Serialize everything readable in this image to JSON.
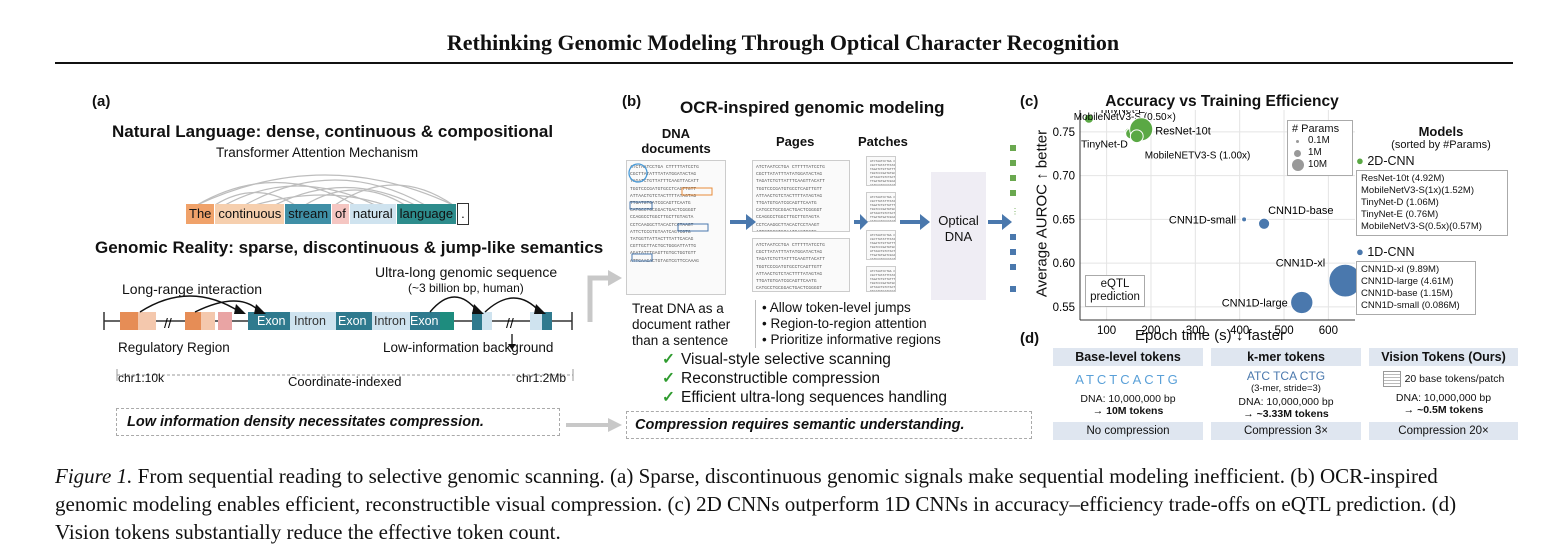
{
  "paper_title": "Rethinking Genomic Modeling Through Optical Character Recognition",
  "panel_a": {
    "label": "(a)",
    "heading1": "Natural Language: dense, continuous & compositional",
    "attn_label": "Transformer Attention Mechanism",
    "tokens": [
      "The",
      "continuous",
      "stream",
      "of",
      "natural",
      "language",
      "."
    ],
    "heading2": "Genomic Reality: sparse, discontinuous & jump-like semantics",
    "ultra_long": "Ultra-long genomic sequence",
    "ultra_long_sub": "(~3 billion bp,  human)",
    "long_range": "Long-range interaction",
    "segments": [
      "Exon",
      "Intron",
      "Exon",
      "Intron",
      "Exon"
    ],
    "regulatory": "Regulatory Region",
    "low_info": "Low-information background",
    "chr_start": "chr1:10k",
    "coord": "Coordinate-indexed",
    "chr_end": "chr1:2Mb",
    "bottom_note": "Low information density necessitates compression."
  },
  "panel_b": {
    "label": "(b)",
    "title": "OCR-inspired genomic modeling",
    "col_dna": "DNA documents",
    "col_pages": "Pages",
    "col_patches": "Patches",
    "optical": "Optical DNA",
    "treat": "Treat DNA as a document rather than a sentence",
    "bullets": [
      "Allow token-level jumps",
      "Region-to-region attention",
      "Prioritize informative regions"
    ],
    "checks": [
      "Visual-style selective scanning",
      "Reconstructible compression",
      "Efficient ultra-long sequences handling"
    ],
    "bottom_note": "Compression requires semantic understanding.",
    "seq_text": "ATCTAATCCTGA CTTTTTATCCTG\nCGCTTATATTTATATGGATACTAG\nTAGATCTGTTATTTCAAGTTACATT\nTGGTCCCGATGTGCCTCAGTTGTT\nATTAACTGTCTACTTTTATAGTAG\nTTGATGTGATCGCAGTTCAATG\nCATGCCTGCGGACTGACTCGGGGT\nCCAGGCCTGGCTTGCTTGTAGTA\nCCTCAAGGCTTACACTCCTAAGT\nATTCTCCGTGTAATCAGTCGTG\nTATGGTTATTACTTTATTCACAG\nCGTTGCTTACTGCTGGGATTATTG\nAGATATTTGAGTTGTGCTGGTGTT\nATTCAACACTGTAGTCGTTCCAAAG"
  },
  "panel_c": {
    "label": "(c)",
    "models_title": "Models",
    "models_sub": "(sorted by #Params)",
    "group_2d": "2D-CNN",
    "list_2d": [
      "ResNet-10t (4.92M)",
      "MobileNetV3-S(1x)(1.52M)",
      "TinyNet-D (1.06M)",
      "TinyNet-E (0.76M)",
      "MobileNetV3-S(0.5x)(0.57M)"
    ],
    "group_1d": "1D-CNN",
    "list_1d": [
      "CNN1D-xl (9.89M)",
      "CNN1D-large (4.61M)",
      "CNN1D-base (1.15M)",
      "CNN1D-small (0.086M)"
    ],
    "params_title": "# Params",
    "params": [
      "0.1M",
      "1M",
      "10M"
    ],
    "task_box": "eQTL prediction",
    "colors": {
      "2d": "#5aa844",
      "1d": "#4a78ad"
    }
  },
  "chart_data": {
    "type": "scatter",
    "title": "Accuracy vs Training Efficiency",
    "xlabel": "Epoch time (s) ↓ faster",
    "ylabel": "Average AUROC ↑ better",
    "xlim": [
      40,
      660
    ],
    "ylim": [
      0.535,
      0.775
    ],
    "xticks": [
      "100",
      "200",
      "300",
      "400",
      "500",
      "600"
    ],
    "yticks": [
      "0.55",
      "0.60",
      "0.65",
      "0.70",
      "0.75"
    ],
    "grid": true,
    "points": [
      {
        "name": "TinyNet-E",
        "series": "2D-CNN",
        "x": 60,
        "y": 0.765,
        "params_m": 0.76
      },
      {
        "name": "MobileNetV3-S (0.50×)",
        "series": "2D-CNN",
        "x": 150,
        "y": 0.75,
        "params_m": 0.57
      },
      {
        "name": "TinyNet-D",
        "series": "2D-CNN",
        "x": 155,
        "y": 0.748,
        "params_m": 1.06
      },
      {
        "name": "ResNet-10t",
        "series": "2D-CNN",
        "x": 178,
        "y": 0.753,
        "params_m": 4.92
      },
      {
        "name": "MobileNETV3-S (1.00x)",
        "series": "2D-CNN",
        "x": 168,
        "y": 0.745,
        "params_m": 1.52
      },
      {
        "name": "CNN1D-small",
        "series": "1D-CNN",
        "x": 410,
        "y": 0.65,
        "params_m": 0.086
      },
      {
        "name": "CNN1D-base",
        "series": "1D-CNN",
        "x": 455,
        "y": 0.645,
        "params_m": 1.15
      },
      {
        "name": "CNN1D-xl",
        "series": "1D-CNN",
        "x": 638,
        "y": 0.58,
        "params_m": 9.89
      },
      {
        "name": "CNN1D-large",
        "series": "1D-CNN",
        "x": 540,
        "y": 0.555,
        "params_m": 4.61
      }
    ]
  },
  "panel_d": {
    "label": "(d)",
    "cols": [
      {
        "head": "Base-level tokens",
        "sample": "ATCTCACTG",
        "line1": "DNA: 10,000,000 bp",
        "line2": "→ 10M tokens",
        "foot": "No compression"
      },
      {
        "head": "k-mer tokens",
        "sample": "ATC TCA CTG",
        "sample_sub": "(3-mer, stride=3)",
        "line1": "DNA: 10,000,000 bp",
        "line2": "→ ~3.33M tokens",
        "foot": "Compression 3×"
      },
      {
        "head": "Vision Tokens (Ours)",
        "sample": "20 base tokens/patch",
        "line1": "DNA: 10,000,000 bp",
        "line2": "→ ~0.5M tokens",
        "foot": "Compression 20×"
      }
    ]
  },
  "caption": {
    "label": "Figure 1.",
    "text": "From sequential reading to selective genomic scanning. (a) Sparse, discontinuous genomic signals make sequential modeling inefficient. (b) OCR-inspired genomic modeling enables efficient, reconstructible visual compression. (c) 2D CNNs outperform 1D CNNs in accuracy–efficiency trade-offs on eQTL prediction. (d) Vision tokens substantially reduce the effective token count."
  }
}
